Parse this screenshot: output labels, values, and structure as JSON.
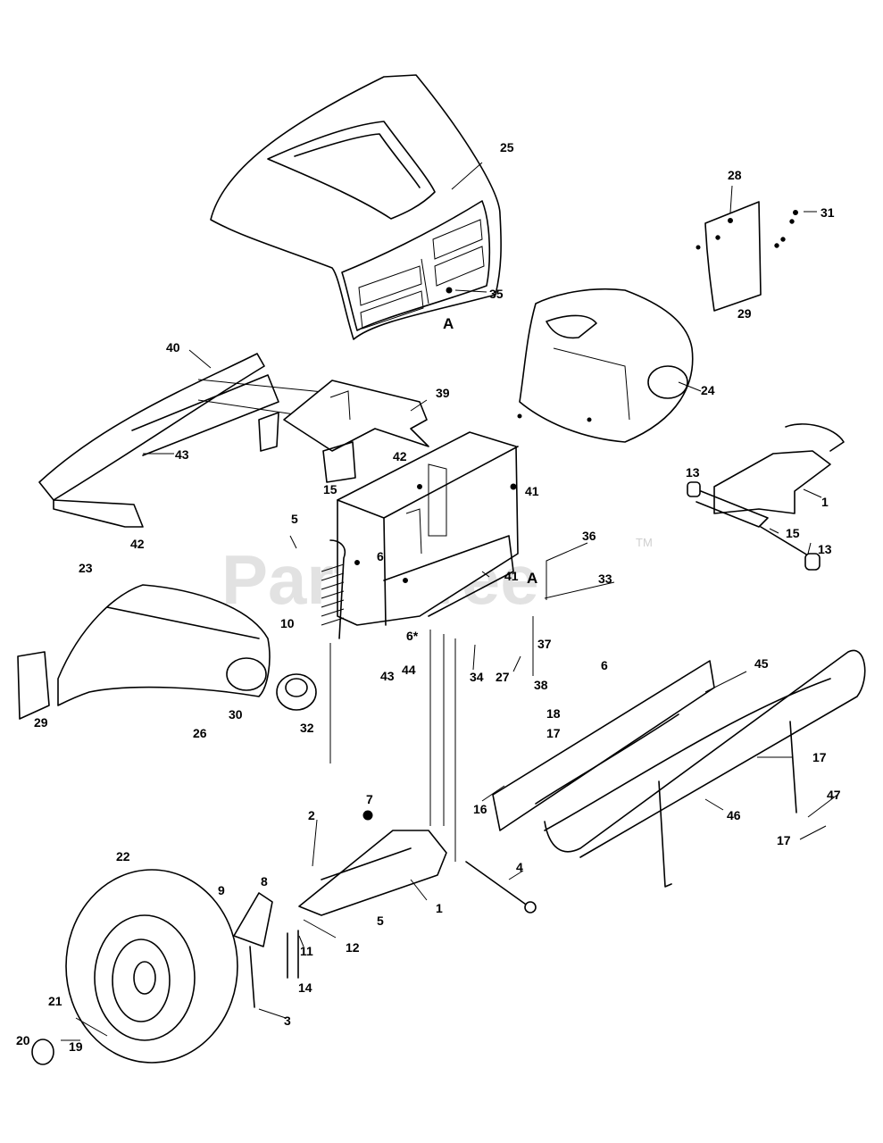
{
  "watermark": {
    "text": "PartsTree",
    "trademark": "TM"
  },
  "reference_marks": [
    "A",
    "A"
  ],
  "callouts": [
    "25",
    "28",
    "31",
    "29",
    "35",
    "24",
    "40",
    "39",
    "43",
    "15",
    "42",
    "41",
    "13",
    "1",
    "42",
    "5",
    "15",
    "13",
    "36",
    "23",
    "6",
    "41",
    "33",
    "10",
    "6*",
    "37",
    "44",
    "27",
    "45",
    "34",
    "38",
    "6",
    "43",
    "29",
    "30",
    "26",
    "32",
    "18",
    "17",
    "17",
    "16",
    "46",
    "47",
    "17",
    "7",
    "2",
    "4",
    "22",
    "9",
    "8",
    "1",
    "5",
    "12",
    "11",
    "14",
    "3",
    "21",
    "20",
    "19"
  ],
  "icons": [
    "tractor-hood",
    "front-wheel",
    "front-bumper",
    "front-axle"
  ]
}
